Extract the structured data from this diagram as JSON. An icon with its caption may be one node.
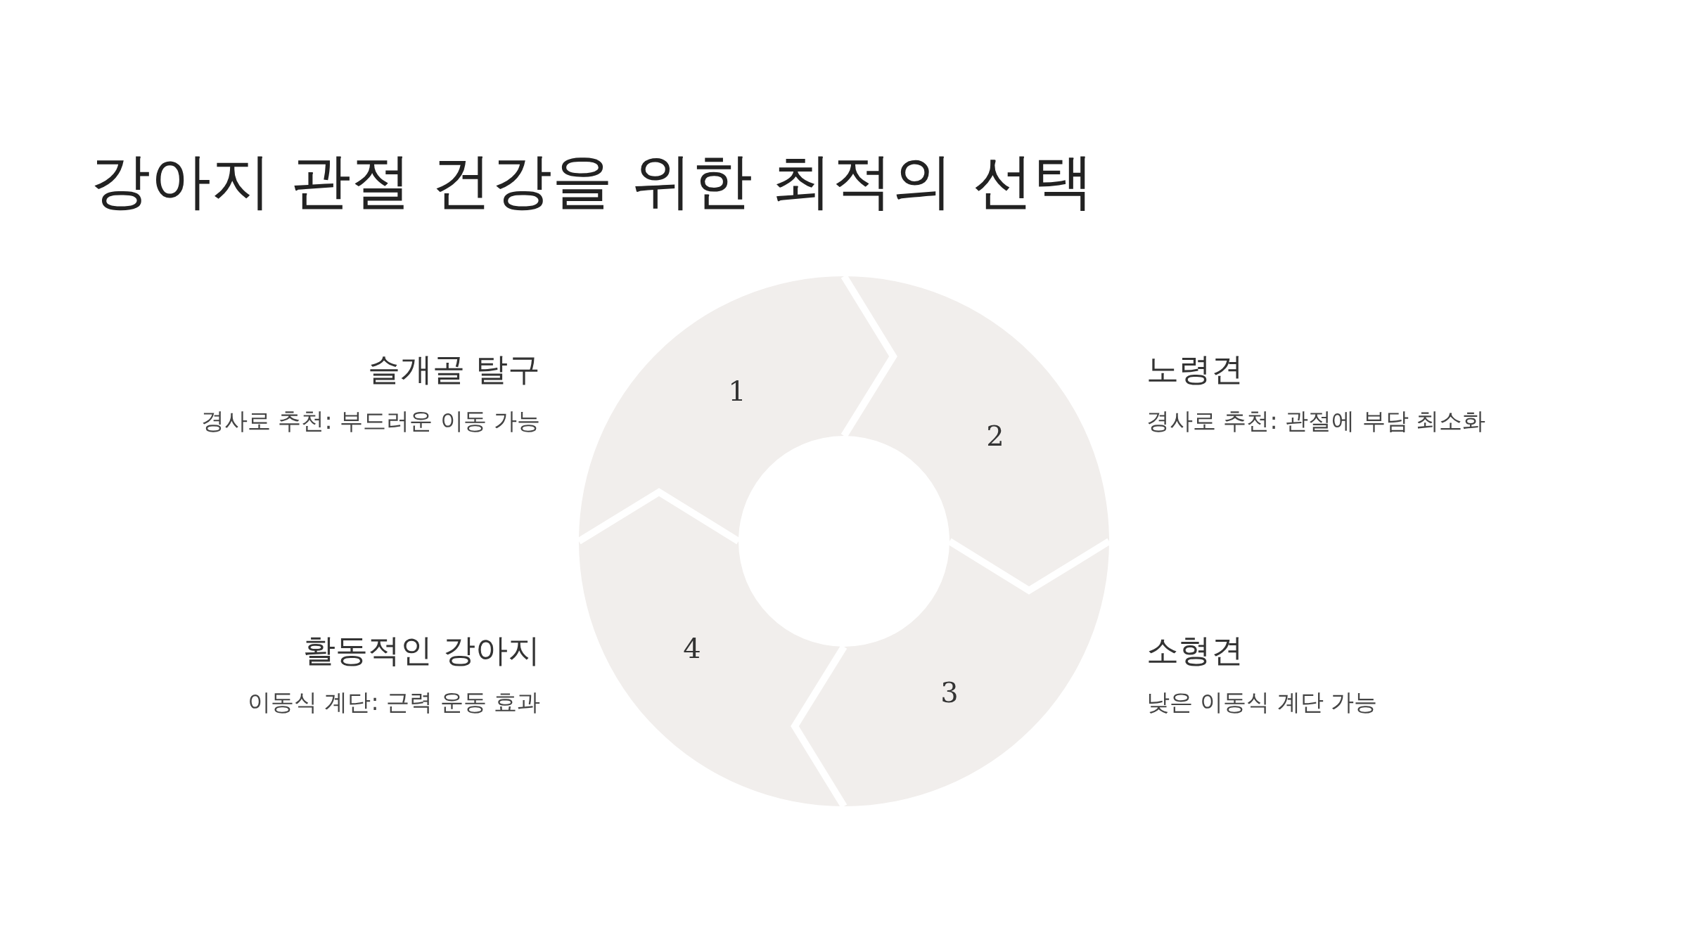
{
  "diagram": {
    "title": "강아지 관절 건강을 위한 최적의 선택",
    "nodes": [
      {
        "text": [
          "1"
        ],
        "beside": [
          "슬개골 탈구",
          "경사로 추천: 부드러운 이동 가능"
        ]
      },
      {
        "text": [
          "2"
        ],
        "beside": [
          "노령견",
          "경사로 추천: 관절에 부담 최소화"
        ]
      },
      {
        "text": [
          "3"
        ],
        "beside": [
          "소형견",
          "낮은 이동식 계단 가능"
        ]
      },
      {
        "text": [
          "4"
        ],
        "beside": [
          "활동적인 강아지",
          "이동식 계단: 근력 운동 효과"
        ]
      }
    ]
  }
}
